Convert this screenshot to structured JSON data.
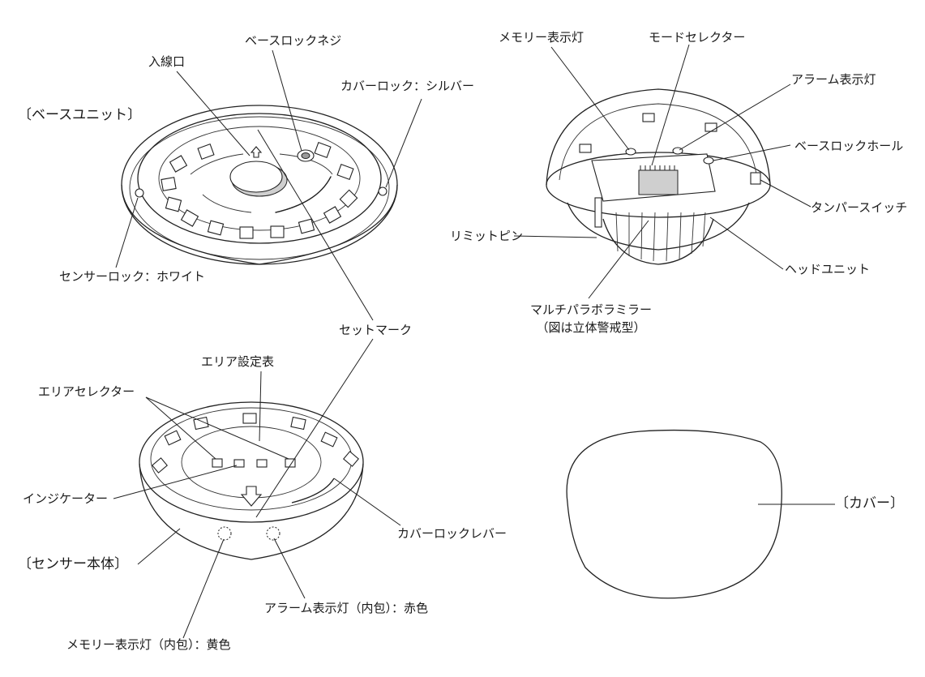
{
  "base_unit": {
    "title": "〔ベースユニット〕",
    "labels": {
      "inlet": "入線口",
      "base_lock_screw": "ベースロックネジ",
      "cover_lock": "カバーロック：シルバー",
      "sensor_lock": "センサーロック：ホワイト",
      "set_mark": "セットマーク"
    }
  },
  "head_unit": {
    "labels": {
      "memory_led": "メモリー表示灯",
      "mode_selector": "モードセレクター",
      "alarm_led": "アラーム表示灯",
      "base_lock_hole": "ベースロックホール",
      "tamper_switch": "タンパースイッチ",
      "limit_pin": "リミットピン",
      "head_unit": "ヘッドユニット",
      "mirror": "マルチパラボラミラー",
      "mirror_note": "（図は立体警戒型）"
    }
  },
  "sensor_body": {
    "title": "〔センサー本体〕",
    "labels": {
      "area_table": "エリア設定表",
      "area_selector": "エリアセレクター",
      "indicator": "インジケーター",
      "cover_lock_lever": "カバーロックレバー",
      "alarm_led_inner": "アラーム表示灯（内包）：赤色",
      "memory_led_inner": "メモリー表示灯（内包）：黄色"
    }
  },
  "cover": {
    "title": "〔カバー〕"
  }
}
